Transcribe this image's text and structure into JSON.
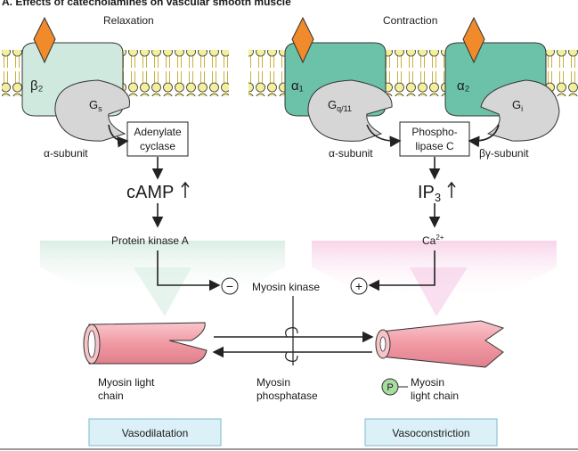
{
  "header": {
    "title_fragment": "A. Effects of catecholamines on vascular smooth muscle"
  },
  "left": {
    "heading": "Relaxation",
    "receptor": "β₂",
    "gprotein": "G",
    "gprotein_sub": "s",
    "enzyme_line1": "Adenylate",
    "enzyme_line2": "cyclase",
    "alpha_subunit": "α-subunit",
    "messenger": "cAMP",
    "kinase": "Protein kinase A",
    "mlc_line1": "Myosin light",
    "mlc_line2": "chain",
    "outcome": "Vasodilatation",
    "gradient_color": "#dcefe6"
  },
  "right": {
    "heading": "Contraction",
    "receptor1": "α₁",
    "receptor2": "α₂",
    "gprotein1": "G",
    "gprotein1_sub": "q/11",
    "gprotein2": "G",
    "gprotein2_sub": "i",
    "enzyme_line1": "Phospho-",
    "enzyme_line2": "lipase C",
    "alpha_subunit": "α-subunit",
    "beta_gamma": "βγ-subunit",
    "messenger": "IP",
    "messenger_sub": "3",
    "ion": "Ca",
    "ion_sup": "2+",
    "phospho_symbol": "P",
    "mlc_line1": "Myosin",
    "mlc_line2": "light chain",
    "outcome": "Vasoconstriction",
    "gradient_color": "#f8d9ec"
  },
  "center": {
    "myosin_kinase": "Myosin kinase",
    "phosphatase_line1": "Myosin",
    "phosphatase_line2": "phosphatase",
    "inhibit_symbol": "−",
    "activate_symbol": "+"
  },
  "colors": {
    "receptor_beta": "#cfe9df",
    "receptor_alpha": "#6cc2a8",
    "ligand": "#f08a2a",
    "gprotein": "#d6d6d6",
    "membrane_head": "#f4ef9a",
    "tail": "#e8d44a",
    "vessel": "#f2a6ae",
    "phospho": "#a8dca0"
  }
}
